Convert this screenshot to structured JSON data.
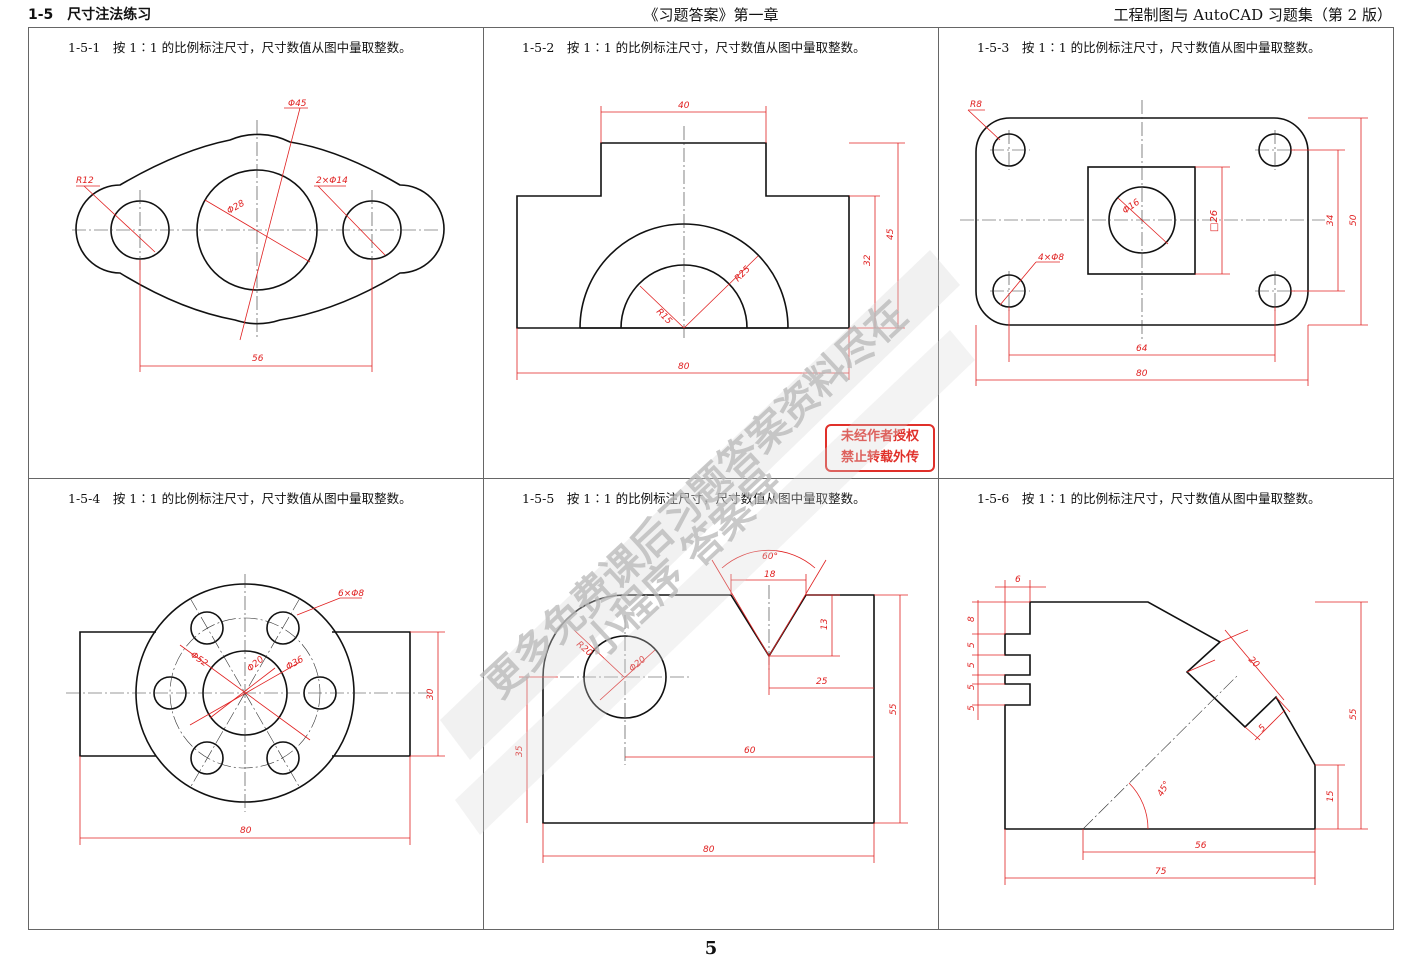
{
  "header": {
    "left": "1-5　尺寸注法练习",
    "center": "《习题答案》第一章",
    "right": "工程制图与 AutoCAD 习题集（第 2 版）"
  },
  "exercises": [
    {
      "id": "1-5-1",
      "text": "按 1∶1 的比例标注尺寸，尺寸数值从图中量取整数。"
    },
    {
      "id": "1-5-2",
      "text": "按 1∶1 的比例标注尺寸，尺寸数值从图中量取整数。"
    },
    {
      "id": "1-5-3",
      "text": "按 1∶1 的比例标注尺寸，尺寸数值从图中量取整数。"
    },
    {
      "id": "1-5-4",
      "text": "按 1∶1 的比例标注尺寸，尺寸数值从图中量取整数。"
    },
    {
      "id": "1-5-5",
      "text": "按 1∶1 的比例标注尺寸，尺寸数值从图中量取整数。"
    },
    {
      "id": "1-5-6",
      "text": "按 1∶1 的比例标注尺寸，尺寸数值从图中量取整数。"
    }
  ],
  "dims": {
    "d1": {
      "phi45": "Φ45",
      "r12": "R12",
      "phi28": "Φ28",
      "holes": "2×Φ14",
      "w56": "56"
    },
    "d2": {
      "w40": "40",
      "h45": "45",
      "h32": "32",
      "r25": "R25",
      "r15": "R15",
      "w80": "80"
    },
    "d3": {
      "r8": "R8",
      "phi16": "Φ16",
      "sq26": "□26",
      "h34": "34",
      "h50": "50",
      "holes": "4×Φ8",
      "w64": "64",
      "w80": "80"
    },
    "d4": {
      "holes": "6×Φ8",
      "phi52": "Φ52",
      "phi20": "Φ20",
      "phi36": "Φ36",
      "h30": "30",
      "w80": "80"
    },
    "d5": {
      "a60": "60°",
      "w18": "18",
      "h13": "13",
      "r20": "R20",
      "phi20": "Φ20",
      "w25": "25",
      "h55": "55",
      "h35": "35",
      "w60": "60",
      "w80": "80"
    },
    "d6": {
      "w6": "6",
      "h8": "8",
      "s5a": "5",
      "s5b": "5",
      "s5c": "5",
      "s5d": "5",
      "w20": "20",
      "w5": "5",
      "h55": "55",
      "a45": "45°",
      "h15": "15",
      "w56": "56",
      "w75": "75"
    }
  },
  "stamp": {
    "line1": "未经作者授权",
    "line2": "禁止转载外传"
  },
  "watermark": {
    "line1": "更多免费课后习题答案资料尽在",
    "line2": "小程序  答案导"
  },
  "page_number": "5",
  "colors": {
    "dimension": "#e02020",
    "outline": "#111111",
    "watermark": "#bdbdbd"
  }
}
